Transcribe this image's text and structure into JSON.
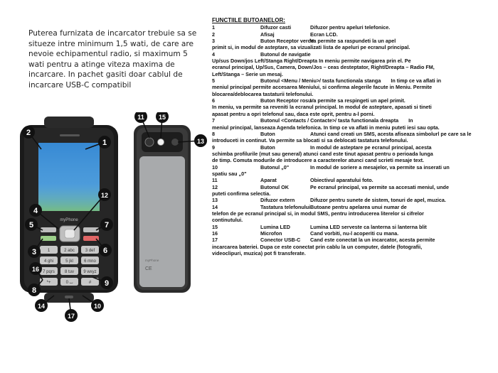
{
  "intro_text": "Puterea furnizata de incarcator trebuie sa se situeze intre minimum 1,5 wati, de care are nevoie echipamentul radio, si maximum 5 wati pentru a atinge viteza maxima de incarcare. In pachet gasiti doar cablul de incarcare USB-C compatibil",
  "figure": {
    "phone_brand": "myPhone",
    "back_brand": "myPhone",
    "ce_mark": "CE",
    "keypad": [
      [
        "1",
        "2 abc",
        "3 def"
      ],
      [
        "4 ghi",
        "5 jkl",
        "6 mno"
      ],
      [
        "7 pqrs",
        "8 tuv",
        "9 wxyz"
      ],
      [
        "*+",
        "0 ⌴",
        "#"
      ]
    ],
    "callouts": [
      "1",
      "2",
      "3",
      "4",
      "5",
      "6",
      "7",
      "8",
      "9",
      "10",
      "11",
      "12",
      "13",
      "14",
      "15",
      "16",
      "17"
    ]
  },
  "functions": {
    "heading": "FUNCTIILE BUTOANELOR:",
    "r1": {
      "n": "1",
      "name": "Difuzor casti",
      "desc": "Difuzor pentru apeluri telefonice."
    },
    "r2": {
      "n": "2",
      "name": "Afisaj",
      "desc": "Ecran LCD."
    },
    "r3": {
      "n": "3",
      "name": "Buton Receptor verde",
      "desc": "Va permite sa raspundeti la un apel"
    },
    "r3c": [
      "primit si, in modul de asteptare, sa vizualizati lista de apeluri pe ecranul principal."
    ],
    "r4": {
      "n": "4",
      "name": "Butonul de navigatie",
      "desc": ""
    },
    "r4c": [
      "Up/sus Down/jos Left/Stanga Right/Dreapta          In meniu permite navigarea prin el. Pe",
      "ecranul principal, Up/Sus, Camera, Down/Jos – ceas desteptator, Right/Dreapta – Radio FM,",
      "Left/Stanga – Serie un mesaj."
    ],
    "r5": {
      "n": "5",
      "name": "Butonul <Menu / Meniu>/ tasta functionala stanga",
      "desc": "In timp ce va aflati in"
    },
    "r5c": [
      "meniul principal permite accesarea Meniului, si confirma alegerile facute in Meniu. Permite",
      "blocarea/deblocarea tastaturii telefonului."
    ],
    "r6": {
      "n": "6",
      "name": "Buton Receptor rosu",
      "desc": "Va permite sa respingeti un apel primit."
    },
    "r6c": [
      "In meniu, va permite sa reveniti la ecranul principal. In modul de asteptare, apasati si tineti",
      "apasat pentru a opri telefonul sau, daca este oprit, pentru a-l porni."
    ],
    "r7": {
      "n": "7",
      "name": "Butonul <Contacts / Contacte>/ tasta functionala dreapta",
      "desc": "In"
    },
    "r7c": [
      "meniul principal, lanseaza Agenda telefonica. In timp ce va aflati in meniu puteti iesi sau opta."
    ],
    "r8": {
      "n": "8",
      "name": "Buton",
      "desc": "Atunci cand creati un SMS, acesta afiseaza simbolurl pe care sa le"
    },
    "r8c": [
      "introduceti in continut. Va permite sa blocati si sa deblocati tastatura telefonului."
    ],
    "r9": {
      "n": "9",
      "name": "Buton",
      "desc": "In modul de asteptare pe ecranul principal, acesta"
    },
    "r9c": [
      "schimba profilurile (mut sau general) atunci cand este tinut apasat pentru o perioada lunga",
      "de timp. Comuta modurile de introducere a caracterelor atunci cand scrieti mesaje text."
    ],
    "r10": {
      "n": "10",
      "name": "Butonul „0\"",
      "desc": "In modul de soriere a mesajelor, va permite sa inserati un"
    },
    "r10c": [
      "spatiu sau „0\""
    ],
    "r11": {
      "n": "11",
      "name": "Aparat",
      "desc": "Obiectivul aparatului foto."
    },
    "r12": {
      "n": "12",
      "name": "Butonul OK",
      "desc": "Pe ecranul principal, va permite sa accesati meniul, unde"
    },
    "r12c": [
      "puteti confirma selectia."
    ],
    "r13": {
      "n": "13",
      "name": "Difuzor extern",
      "desc": "Difuzor pentru sunete de sistem, tonuri de apel, muzica."
    },
    "r14": {
      "n": "14",
      "name": "Tastatura telefonului",
      "desc": "Butoane pentru apelarea unui numar de"
    },
    "r14c": [
      "telefon de pe ecranul principal si, in modul SMS, pentru introducerea literelor si cifrelor",
      "continutului."
    ],
    "r15": {
      "n": "15",
      "name": "Lumina LED",
      "desc": "Lumina LED serveste ca lanterna si lanterna blit"
    },
    "r16": {
      "n": "16",
      "name": "Microfon",
      "desc": "Cand vorbiti, nu-l acoperiti cu mana."
    },
    "r17": {
      "n": "17",
      "name": "Conector USB-C",
      "desc": "Cand este conectat la un incarcator, acesta permite"
    },
    "r17c": [
      "incarcarea bateriei. Dupa ce este conectat prin cablu la un computer, datele (fotografii,",
      "videoclipuri, muzica) pot fi transferate."
    ]
  }
}
